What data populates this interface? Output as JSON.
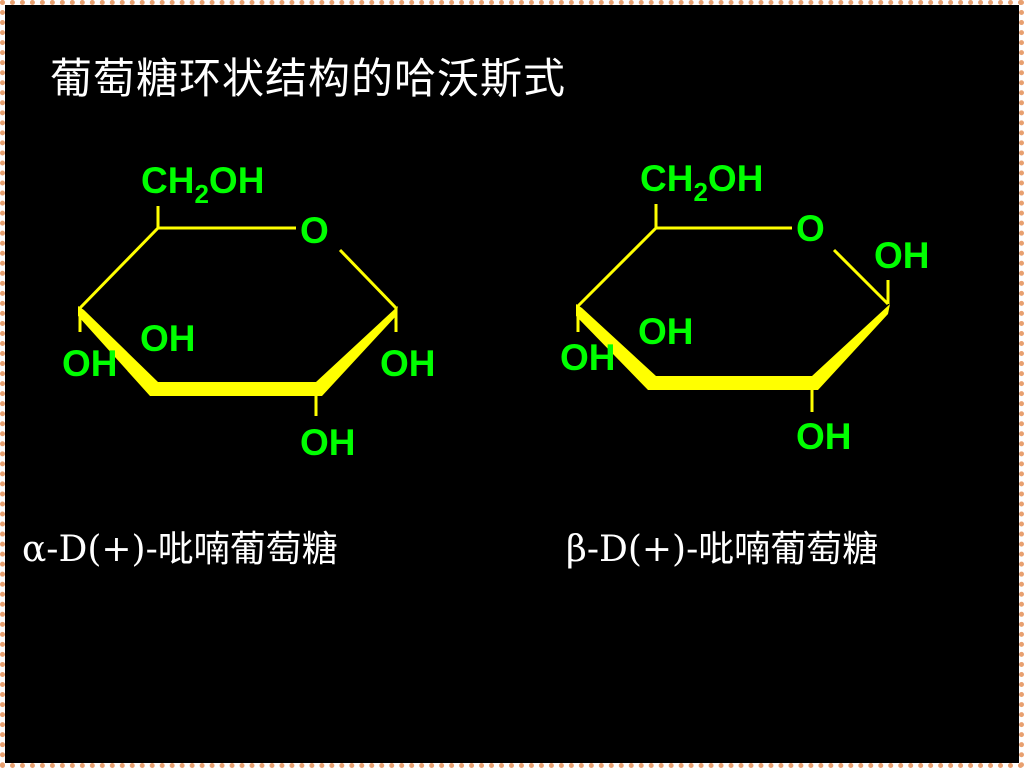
{
  "title": "葡萄糖环状结构的哈沃斯式",
  "colors": {
    "background": "#000000",
    "bond": "#ffff00",
    "label": "#00ff00",
    "text": "#ffffff",
    "border": "#e8a070"
  },
  "alpha": {
    "ch2oh_main": "CH",
    "ch2oh_sub": "2",
    "ch2oh_tail": "OH",
    "ring_o": "O",
    "oh_c4": "OH",
    "oh_c3": "OH",
    "oh_c1": "OH",
    "oh_c2": "OH",
    "caption": "α-D(+)-吡喃葡萄糖"
  },
  "beta": {
    "ch2oh_main": "CH",
    "ch2oh_sub": "2",
    "ch2oh_tail": "OH",
    "ring_o": "O",
    "oh_c1": "OH",
    "oh_c4": "OH",
    "oh_c3": "OH",
    "oh_c2": "OH",
    "caption": "β-D(+)-吡喃葡萄糖"
  }
}
